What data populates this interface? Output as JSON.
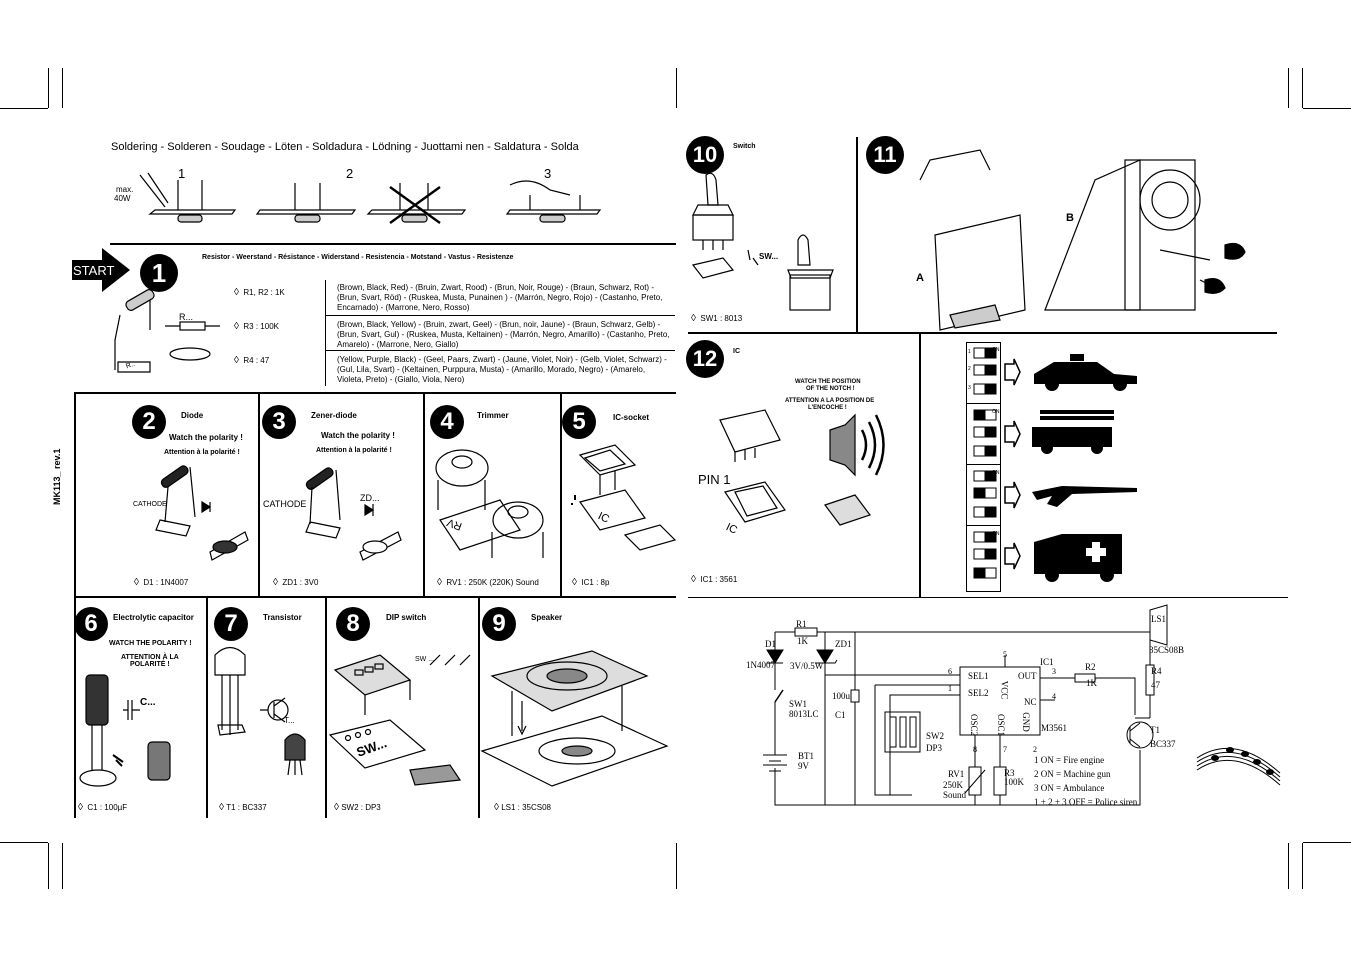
{
  "header": {
    "soldering_title": "Soldering - Solderen - Soudage - Löten - Soldadura - Lödning - Juottami nen - Saldatura - Solda",
    "step1": "1",
    "step2": "2",
    "step3": "3",
    "max_power_1": "max.",
    "max_power_2": "40W"
  },
  "start_label": "START",
  "side_code": "MK113_ rev.1",
  "resistor": {
    "num": "1",
    "title": "Resistor - Weerstand - Résistance - Widerstand - Resistencia - Motstand - Vastus - Resistenze",
    "label_r": "R...",
    "label_r_small": "R..",
    "rows": [
      {
        "ref": "R1, R2 : 1K",
        "colors": "(Brown, Black, Red) - (Bruin, Zwart, Rood) - (Brun, Noir, Rouge) - (Braun, Schwarz, Rot) - (Brun, Svart, Röd) - (Ruskea, Musta, Punainen ) - (Marrón, Negro, Rojo) - (Castanho, Preto, Encarnado) - (Marrone, Nero, Rosso)"
      },
      {
        "ref": "R3 : 100K",
        "colors": "(Brown, Black, Yellow) - (Bruin, zwart, Geel) - (Brun, noir, Jaune) - (Braun, Schwarz, Gelb) - (Brun, Svart, Gul) - (Ruskea, Musta, Keltainen) - (Marrón, Negro, Amarillo) - (Castanho, Preto, Amarelo) - (Marrone, Nero, Giallo)"
      },
      {
        "ref": "R4 : 47",
        "colors": "(Yellow, Purple, Black) - (Geel, Paars, Zwart) - (Jaune, Violet, Noir) - (Gelb, Violet, Schwarz) - (Gul, Lila, Svart) - (Keltainen, Purppura, Musta) - (Amarillo, Morado, Negro) - (Amarelo, Violeta, Preto) - (Giallo, Viola, Nero)"
      }
    ]
  },
  "steps": {
    "s2": {
      "num": "2",
      "title": "Diode",
      "note1": "Watch the polarity !",
      "note2": "Attention à la polarité !",
      "cathode": "CATHODE",
      "part": "D1 : 1N4007"
    },
    "s3": {
      "num": "3",
      "title": "Zener-diode",
      "note1": "Watch the polarity !",
      "note2": "Attention à la polarité !",
      "cathode": "CATHODE",
      "zd": "ZD...",
      "part": "ZD1 : 3V0"
    },
    "s4": {
      "num": "4",
      "title": "Trimmer",
      "rv": "RV",
      "part": "RV1 : 250K    (220K)   Sound"
    },
    "s5": {
      "num": "5",
      "title": "IC-socket",
      "ic": "IC",
      "part": "IC1 : 8p"
    },
    "s6": {
      "num": "6",
      "title": "Electrolytic capacitor",
      "note1": "WATCH THE POLARITY !",
      "note2": "ATTENTION À LA",
      "note3": "POLARITÉ !",
      "c": "C...",
      "part": "C1 : 100µF"
    },
    "s7": {
      "num": "7",
      "title": "Transistor",
      "t": "T...",
      "part": "T1 :  BC337"
    },
    "s8": {
      "num": "8",
      "title": "DIP switch",
      "sw": "SW ...",
      "sw_big": "SW...",
      "part": "SW2 : DP3"
    },
    "s9": {
      "num": "9",
      "title": "Speaker",
      "part": "LS1  : 35CS08"
    },
    "s10": {
      "num": "10",
      "title": "Switch",
      "sw": "SW...",
      "part": "SW1 : 8013"
    },
    "s11": {
      "num": "11",
      "label_a": "A",
      "label_b": "B"
    },
    "s12": {
      "num": "12",
      "title": "IC",
      "notch1": "WATCH THE POSITION",
      "notch2": "OF THE NOTCH !",
      "notch3": "ATTENTION A LA POSITION DE",
      "notch4": "L'ENCOCHE !",
      "pin": "PIN  1",
      "ic": "IC",
      "part": "IC1 : 3561"
    }
  },
  "modes": {
    "on_label": "ON",
    "sw_numbers": [
      "1",
      "2",
      "3"
    ]
  },
  "schematic": {
    "r1": "R1",
    "r1v": "1K",
    "d1": "D1",
    "d1v": "1N4007",
    "zd1": "ZD1",
    "zd1v": "3V/0.5W",
    "sw1": "SW1",
    "sw1v": "8013LC",
    "bt1": "BT1",
    "bt1v": "9V",
    "c1": "C1",
    "c1v": "100u",
    "ic1": "IC1",
    "ic1v": "M3561",
    "sel1": "SEL1",
    "sel2": "SEL2",
    "vcc": "VCC",
    "out": "OUT",
    "nc": "NC",
    "osc2": "OSC2",
    "osc1": "OSC1",
    "gnd": "GND",
    "pin6": "6",
    "pin1": "1",
    "pin5": "5",
    "pin3": "3",
    "pin4": "4",
    "pin8": "8",
    "pin7": "7",
    "pin2": "2",
    "r2": "R2",
    "r2v": "1K",
    "r3": "R3",
    "r3v": "100K",
    "r4": "R4",
    "r4v": "47",
    "rv1": "RV1",
    "rv1v": "250K",
    "rv1s": "Sound",
    "sw2": "SW2",
    "sw2v": "DP3",
    "ls1": "LS1",
    "ls1v": "35CS08B",
    "t1": "T1",
    "t1v": "BC337",
    "legend": [
      "1 ON = Fire engine",
      "2 ON = Machine gun",
      "3 ON = Ambulance",
      "1 + 2 + 3  OFF = Police siren"
    ]
  }
}
